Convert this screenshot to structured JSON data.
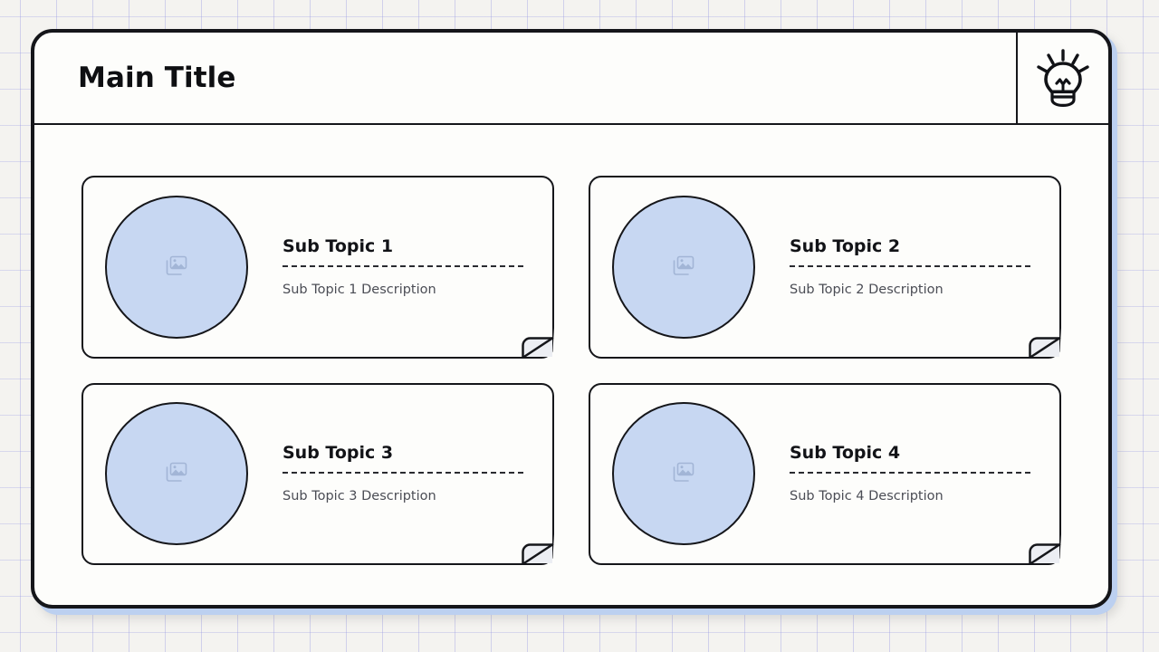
{
  "background": {
    "style": "graph-paper-grid",
    "page_color": "#f4f3f0",
    "grid_color": "#9696e1"
  },
  "theme": {
    "accent": "#c7d7f2",
    "backing": "#bcd0f0",
    "ink": "#15161a",
    "paper": "#fdfdfb",
    "fold_fill": "#eceef3"
  },
  "header": {
    "title": "Main Title",
    "icon_name": "lightbulb-icon"
  },
  "cards": [
    {
      "title": "Sub Topic 1",
      "description": "Sub Topic 1 Description",
      "image_icon": "image-placeholder-icon"
    },
    {
      "title": "Sub Topic 2",
      "description": "Sub Topic 2 Description",
      "image_icon": "image-placeholder-icon"
    },
    {
      "title": "Sub Topic 3",
      "description": "Sub Topic 3 Description",
      "image_icon": "image-placeholder-icon"
    },
    {
      "title": "Sub Topic 4",
      "description": "Sub Topic 4 Description",
      "image_icon": "image-placeholder-icon"
    }
  ]
}
